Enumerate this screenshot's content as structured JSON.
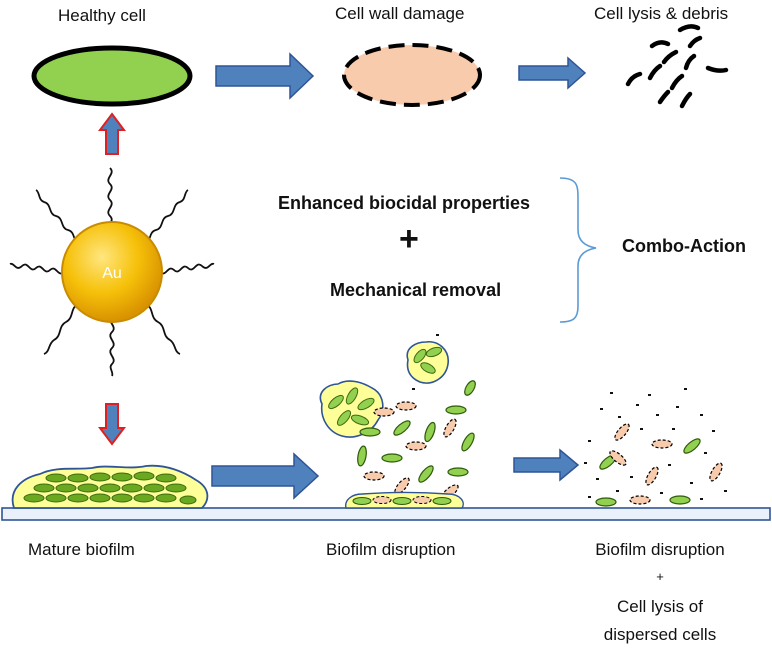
{
  "labels": {
    "healthy_cell": "Healthy cell",
    "cell_wall_damage": "Cell wall damage",
    "cell_lysis_debris": "Cell lysis & debris",
    "enhanced": "Enhanced biocidal properties",
    "plus": "+",
    "mechanical": "Mechanical removal",
    "combo": "Combo-Action",
    "au": "Au",
    "mature_biofilm": "Mature biofilm",
    "biofilm_disruption": "Biofilm disruption",
    "final_line1": "Biofilm disruption",
    "final_plus": "+",
    "final_line2": "Cell lysis of",
    "final_line3": "dispersed cells"
  },
  "colors": {
    "arrow_blue": "#4f81bd",
    "arrow_outline": "#2f5597",
    "red_outline": "#e02020",
    "healthy_fill": "#92d050",
    "damaged_fill": "#f8cbad",
    "gold": "#f2b705",
    "biofilm_matrix": "#ffff99",
    "rod_green": "#6aa820",
    "brace": "#5b9bd5"
  }
}
